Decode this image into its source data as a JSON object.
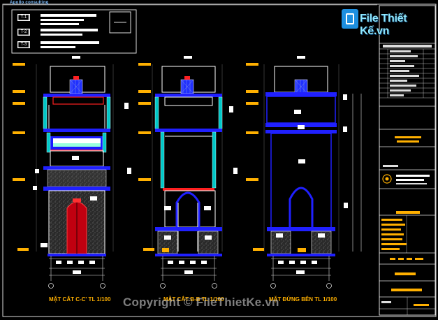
{
  "window": {
    "firm_name": "ApoIIo consulting"
  },
  "legend": {
    "codes": [
      "T-1",
      "T-2",
      "T-3"
    ]
  },
  "drawings": {
    "section_cc": {
      "caption": "MẶT CẮT C-C' TL 1/100"
    },
    "section_bb": {
      "caption": "MẶT CẮT B-B TL 1/100"
    },
    "elevation": {
      "caption": "MẶT ĐỨNG BÊN TL 1/100"
    }
  },
  "watermark": {
    "logo_text": "File Thiết Kế.vn",
    "copyright": "Copyright © FileThietKe.vn"
  },
  "colors": {
    "background": "#000000",
    "structure": "#1e1eff",
    "wall": "#ffffff",
    "accent_red": "#ff2020",
    "glass": "#00d0d0",
    "dimension": "#ffb000",
    "title_block": "#d8d8d8"
  }
}
